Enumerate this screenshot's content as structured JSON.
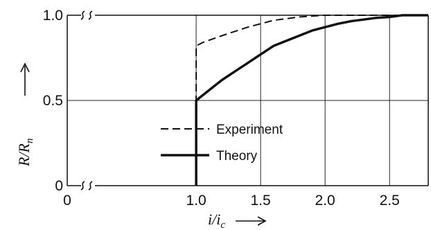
{
  "chart_data": {
    "type": "line",
    "title": "",
    "xlabel": "i/i_c",
    "ylabel": "R/R_n",
    "xlabel_parts": {
      "main": "i/i",
      "sub": "c"
    },
    "ylabel_parts": {
      "main": "R/R",
      "sub": "n"
    },
    "xlim": [
      0,
      2.8
    ],
    "ylim": [
      0,
      1.0
    ],
    "x_axis_break": true,
    "y_axis_break": true,
    "grid": true,
    "x_ticks": [
      {
        "value": 0,
        "label": "0"
      },
      {
        "value": 1.0,
        "label": "1.0"
      },
      {
        "value": 1.5,
        "label": "1.5"
      },
      {
        "value": 2.0,
        "label": "2.0"
      },
      {
        "value": 2.5,
        "label": "2.5"
      }
    ],
    "y_ticks": [
      {
        "value": 0,
        "label": "0"
      },
      {
        "value": 0.5,
        "label": "0.5"
      },
      {
        "value": 1.0,
        "label": "1.0"
      }
    ],
    "legend_position": "center-left",
    "series": [
      {
        "name": "Experiment",
        "style": "dashed",
        "x": [
          1.0,
          1.0,
          1.05,
          1.2,
          1.4,
          1.6,
          1.8,
          2.0,
          2.2,
          2.5,
          2.8
        ],
        "y": [
          0.0,
          0.82,
          0.84,
          0.88,
          0.93,
          0.97,
          0.99,
          1.0,
          1.0,
          1.0,
          1.0
        ]
      },
      {
        "name": "Theory",
        "style": "solid",
        "x": [
          1.0,
          1.0,
          1.05,
          1.1,
          1.2,
          1.3,
          1.4,
          1.5,
          1.6,
          1.7,
          1.8,
          1.9,
          2.0,
          2.1,
          2.2,
          2.3,
          2.4,
          2.5,
          2.6,
          2.7,
          2.8
        ],
        "y": [
          0.0,
          0.5,
          0.53,
          0.56,
          0.62,
          0.67,
          0.72,
          0.77,
          0.82,
          0.85,
          0.88,
          0.91,
          0.93,
          0.95,
          0.965,
          0.975,
          0.985,
          0.99,
          1.0,
          1.0,
          1.0
        ]
      }
    ]
  }
}
